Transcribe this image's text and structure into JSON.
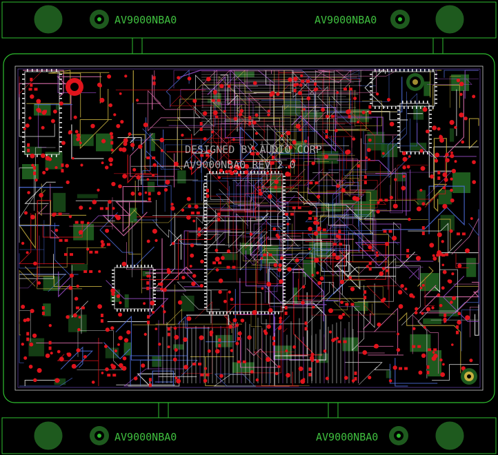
{
  "board": {
    "panel_labels": [
      "AV9000NBA0",
      "AV9000NBA0",
      "AV9000NBA0",
      "AV9000NBA0"
    ],
    "silkscreen_line1": "DESIGNED BY AUDIO CORP",
    "silkscreen_line2": "AV9000NBA0 REV 2.0"
  },
  "colors": {
    "background": "#000000",
    "outline": "#2fbf2f",
    "pad": "#e0141c",
    "copper": "#1e5a1e",
    "trace_white": "#e8e8e8",
    "trace_purple": "#a050d0",
    "trace_pink": "#e070b0",
    "trace_yellow": "#c8b040",
    "trace_blue": "#5070e0"
  }
}
